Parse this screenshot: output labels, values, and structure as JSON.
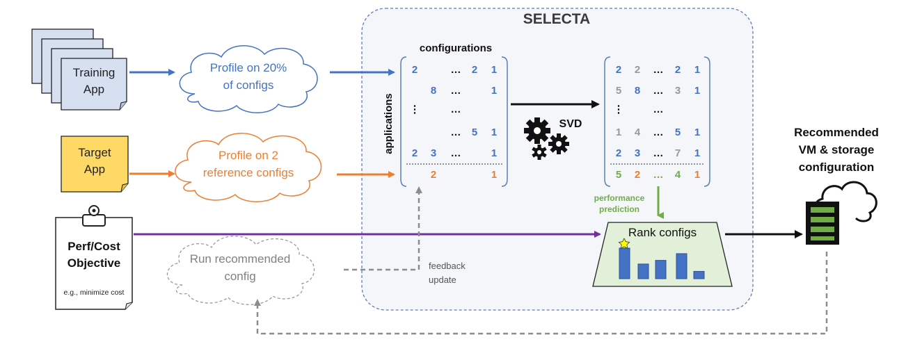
{
  "colors": {
    "blue": "#4472c4",
    "orange": "#ed7d31",
    "purple": "#7030a0",
    "green": "#70ad47",
    "gray": "#999999",
    "dark": "#222222",
    "selecta_bg": "#f4f6fa",
    "app_blue": "#d6e0f0",
    "app_yellow": "#ffd966",
    "rank_bg": "#e2f0d9"
  },
  "selecta": {
    "title": "SELECTA"
  },
  "training_app": {
    "line1": "Training",
    "line2": "App"
  },
  "target_app": {
    "line1": "Target",
    "line2": "App"
  },
  "objective": {
    "line1": "Perf/Cost",
    "line2": "Objective",
    "example": "e.g., minimize cost"
  },
  "cloud_profile20": {
    "line1": "Profile on 20%",
    "line2": "of configs"
  },
  "cloud_profile2": {
    "line1": "Profile on 2",
    "line2": "reference configs"
  },
  "cloud_run": {
    "line1": "Run recommended",
    "line2": "config"
  },
  "left_matrix": {
    "col_label": "configurations",
    "row_label": "applications",
    "rows": [
      [
        "2",
        "",
        "…",
        "2",
        "1"
      ],
      [
        "",
        "8",
        "…",
        "",
        "1"
      ],
      [
        "⋮",
        "",
        "…",
        "",
        ""
      ],
      [
        "",
        "",
        "…",
        "5",
        "1"
      ],
      [
        "2",
        "3",
        "…",
        "",
        "1"
      ]
    ],
    "target_row": [
      "",
      "2",
      "",
      "",
      "1"
    ]
  },
  "right_matrix": {
    "rows": [
      [
        "2",
        "2",
        "…",
        "2",
        "1"
      ],
      [
        "5",
        "8",
        "…",
        "3",
        "1"
      ],
      [
        "⋮",
        "",
        "…",
        "",
        ""
      ],
      [
        "1",
        "4",
        "…",
        "5",
        "1"
      ],
      [
        "2",
        "3",
        "…",
        "7",
        "1"
      ]
    ],
    "target_row": [
      "5",
      "2",
      "…",
      "4",
      "1"
    ]
  },
  "svd_label": "SVD",
  "performance_prediction": {
    "line1": "performance",
    "line2": "prediction"
  },
  "rank": {
    "label": "Rank configs",
    "bars": [
      1.0,
      0.48,
      0.6,
      0.82,
      0.24
    ]
  },
  "feedback": {
    "line1": "feedback",
    "line2": "update"
  },
  "recommended": {
    "line1": "Recommended",
    "line2": "VM & storage",
    "line3": "configuration"
  }
}
